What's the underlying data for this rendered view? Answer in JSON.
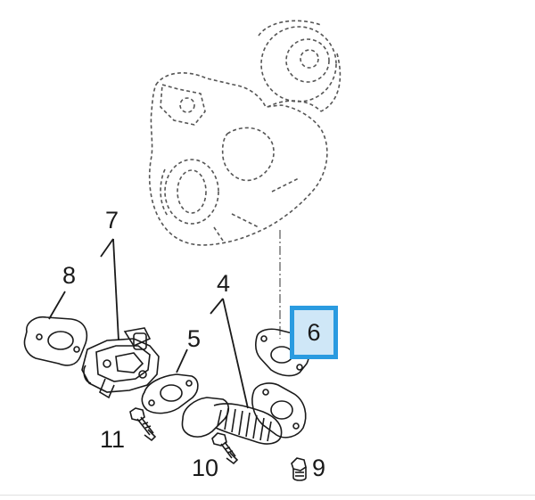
{
  "diagram": {
    "callouts": [
      {
        "id": "7",
        "label": "7"
      },
      {
        "id": "8",
        "label": "8"
      },
      {
        "id": "4",
        "label": "4"
      },
      {
        "id": "5",
        "label": "5"
      },
      {
        "id": "6",
        "label": "6",
        "selected": true
      },
      {
        "id": "11",
        "label": "11"
      },
      {
        "id": "10",
        "label": "10"
      },
      {
        "id": "9",
        "label": "9"
      }
    ],
    "highlight_color": "#2a9be0",
    "highlight_fill": "#cfe7f7",
    "line_color": "#1a1a1a",
    "phantom_line_color": "#555555"
  }
}
